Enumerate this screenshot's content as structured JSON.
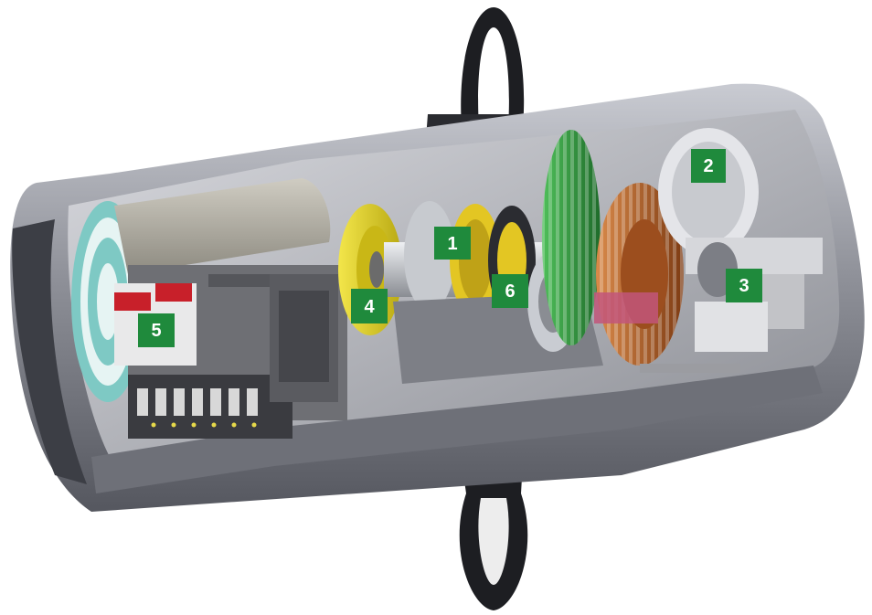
{
  "colors": {
    "callout_bg": "#1f8a3c",
    "callout_text": "#ffffff",
    "housing": "#8e9097",
    "housing_dark": "#4a4c54",
    "motor": "#a8a59c",
    "brake_yellow": "#e3d21c",
    "gear_green": "#2f8f3a",
    "gear_copper": "#b8642c",
    "hook": "#1d1e22"
  },
  "callouts": [
    {
      "label": "1"
    },
    {
      "label": "2"
    },
    {
      "label": "3"
    },
    {
      "label": "4"
    },
    {
      "label": "5"
    },
    {
      "label": "6"
    }
  ]
}
